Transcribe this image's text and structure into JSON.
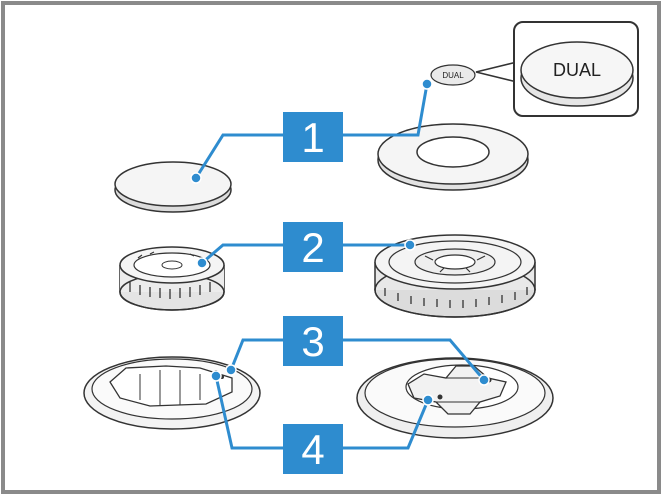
{
  "diagram": {
    "callouts": [
      {
        "number": "1"
      },
      {
        "number": "2"
      },
      {
        "number": "3"
      },
      {
        "number": "4"
      }
    ],
    "dual_label_small": "DUAL",
    "dual_label_large": "DUAL"
  },
  "colors": {
    "frame": "#8a8a8a",
    "callout_fill": "#2e8ccf",
    "leader_line": "#2e8ccf",
    "part_outline": "#333333",
    "part_fill": "#f3f3f3"
  }
}
